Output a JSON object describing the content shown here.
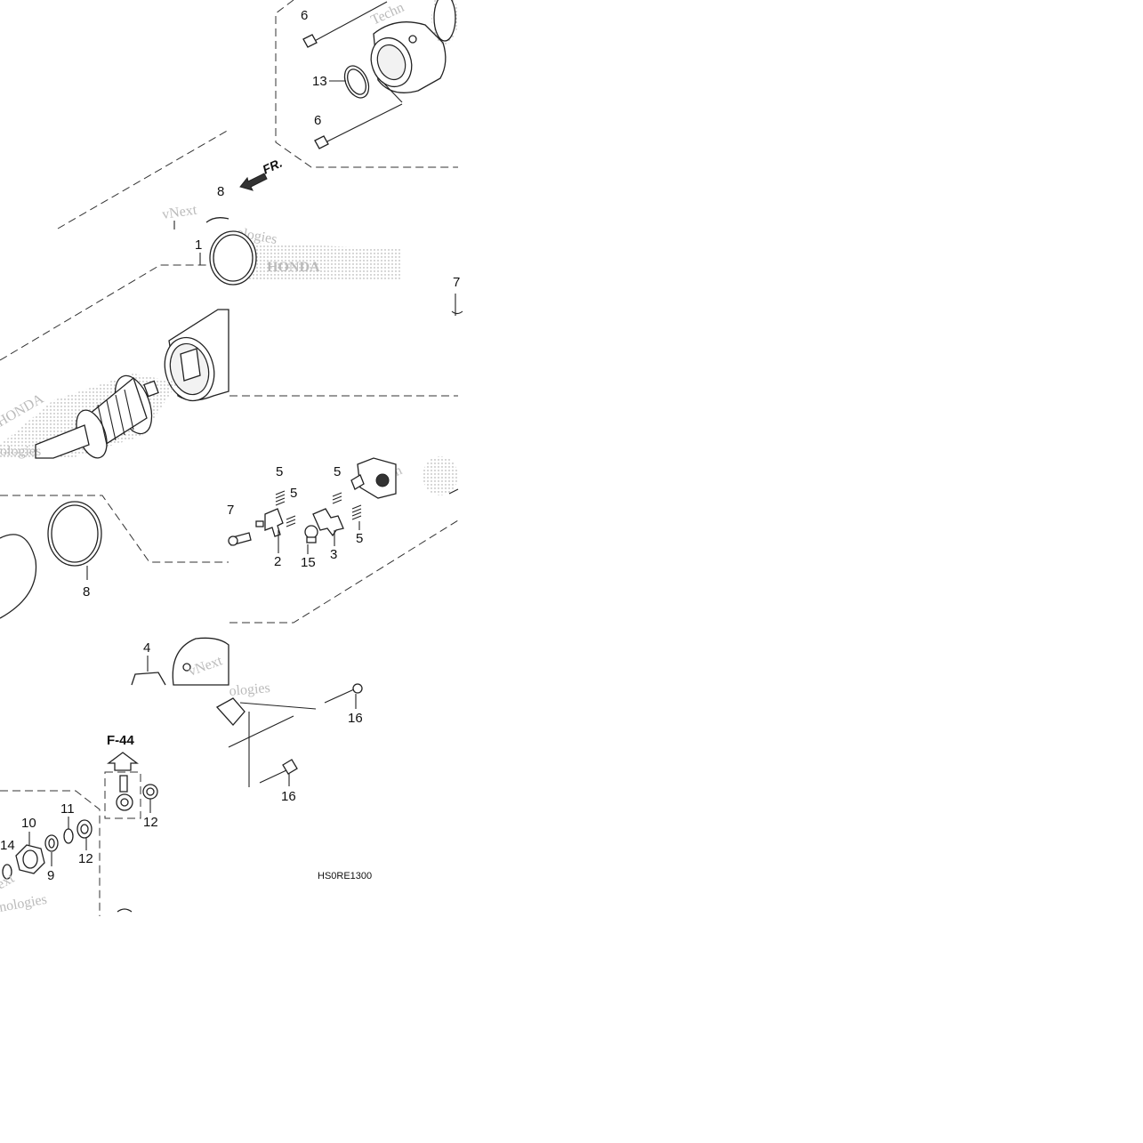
{
  "diagram": {
    "drawing_code": "HS0RE1300",
    "reference_label": "F-44",
    "direction_label": "FR.",
    "watermark_text": [
      "vNext",
      "Techn",
      "ologies",
      "nologies",
      "Tech",
      "ext",
      "HONDA"
    ],
    "callouts": {
      "c6a": "6",
      "c13": "13",
      "c6b": "6",
      "c8a": "8",
      "c1": "1",
      "c7a": "7",
      "c5a": "5",
      "c5b": "5",
      "c5c": "5",
      "c5d": "5",
      "c7b": "7",
      "c2": "2",
      "c15": "15",
      "c3": "3",
      "c8b": "8",
      "c4": "4",
      "c16a": "16",
      "c16b": "16",
      "c12a": "12",
      "c10": "10",
      "c11": "11",
      "c14": "14",
      "c9": "9",
      "c12b": "12"
    }
  }
}
